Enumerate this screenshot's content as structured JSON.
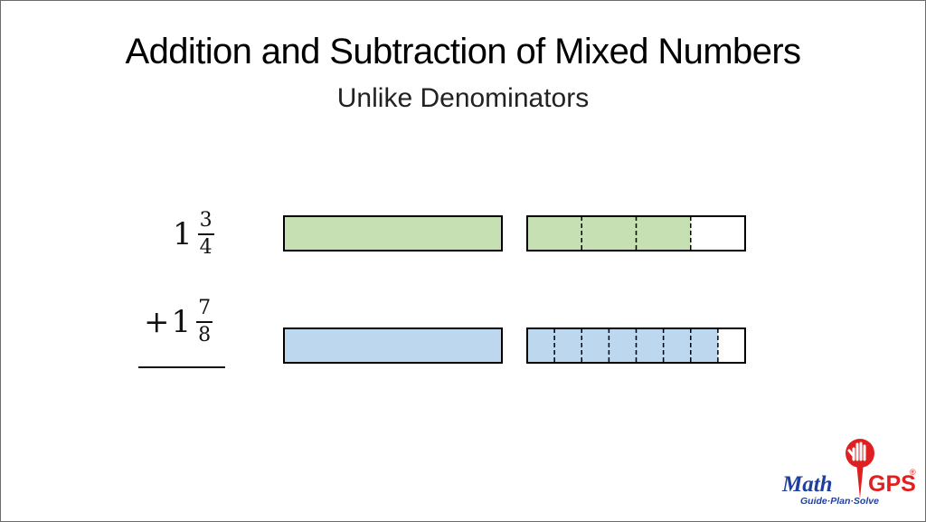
{
  "title": "Addition and Subtraction of Mixed Numbers",
  "subtitle": "Unlike Denominators",
  "problem": {
    "first": {
      "whole": "1",
      "numerator": "3",
      "denominator": "4"
    },
    "second": {
      "operator": "+",
      "whole": "1",
      "numerator": "7",
      "denominator": "8"
    }
  },
  "models": [
    {
      "name": "first-addend",
      "whole_bars": 1,
      "parts": 4,
      "shaded": 3,
      "fill": "#c6e0b4"
    },
    {
      "name": "second-addend",
      "whole_bars": 1,
      "parts": 8,
      "shaded": 7,
      "fill": "#bdd7ee"
    }
  ],
  "logo": {
    "brand_left": "Math",
    "brand_right": "GPS",
    "tagline": "Guide·Plan·Solve",
    "registered": "®",
    "colors": {
      "blue": "#1f3f9c",
      "red": "#e02020"
    }
  }
}
